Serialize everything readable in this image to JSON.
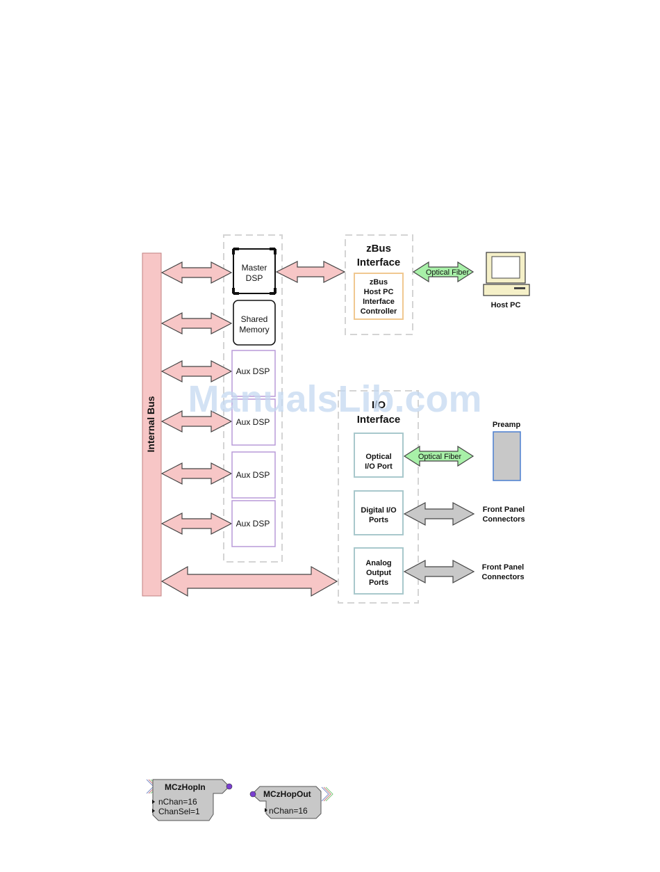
{
  "diagram": {
    "internal_bus_label": "Internal Bus",
    "dsp_blocks": {
      "master": [
        "Master",
        "DSP"
      ],
      "shared": [
        "Shared",
        "Memory"
      ],
      "aux": [
        "Aux DSP",
        "Aux DSP",
        "Aux DSP",
        "Aux DSP"
      ]
    },
    "zbus": {
      "title": [
        "zBus",
        "Interface"
      ],
      "controller": [
        "zBus",
        "Host PC",
        "Interface",
        "Controller"
      ],
      "fiber_label": "Optical Fiber",
      "host_label": "Host PC"
    },
    "io": {
      "title": [
        "I/O",
        "Interface"
      ],
      "optical_port": [
        "Optical",
        "I/O Port"
      ],
      "digital_ports": [
        "Digital I/O",
        "Ports"
      ],
      "analog_ports": [
        "Analog",
        "Output",
        "Ports"
      ],
      "fiber_label": "Optical Fiber",
      "preamp_label": "Preamp",
      "front_panel_1": [
        "Front Panel",
        "Connectors"
      ],
      "front_panel_2": [
        "Front Panel",
        "Connectors"
      ]
    },
    "watermark": "ManualsLib.com",
    "colors": {
      "bus": "#f7c6c6",
      "bus_arrow": "#f7c6c6",
      "fiber_arrow": "#a8f0a8",
      "gray_arrow": "#c8c8c8",
      "aux_border": "#b89ad8",
      "zbus_ctrl_border": "#f0c890",
      "io_port_border": "#a8c8cc",
      "watermark": "#c4d8f0"
    }
  },
  "components": {
    "hop_in": {
      "title": "MCzHopIn",
      "params": [
        "nChan=16",
        "ChanSel=1"
      ]
    },
    "hop_out": {
      "title": "MCzHopOut",
      "params": [
        "nChan=16"
      ]
    }
  }
}
